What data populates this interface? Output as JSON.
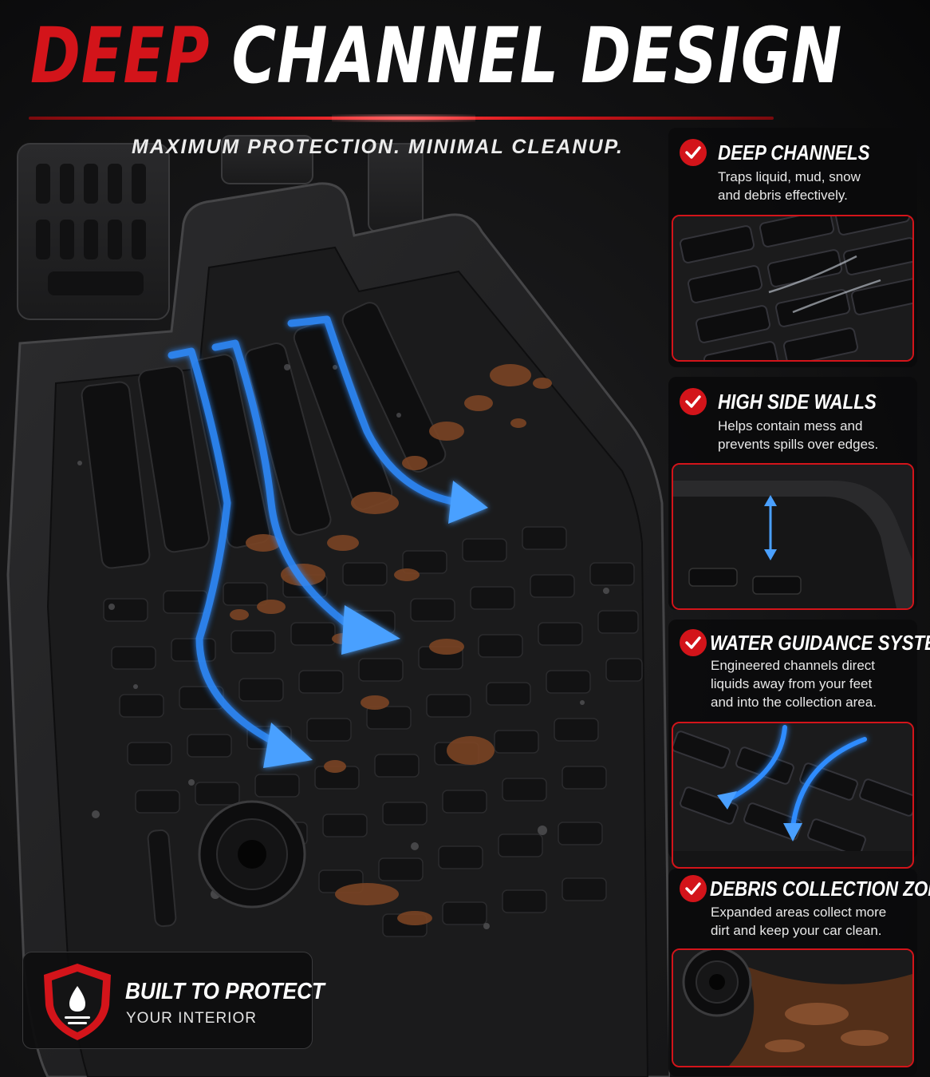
{
  "header": {
    "title_accent": "DEEP",
    "title_rest": " CHANNEL DESIGN",
    "tagline": "MAXIMUM PROTECTION. MINIMAL CLEANUP."
  },
  "features": [
    {
      "title": "DEEP CHANNELS",
      "description": "Traps liquid, mud, snow\nand debris effectively."
    },
    {
      "title": "HIGH SIDE WALLS",
      "description": "Helps contain mess and\nprevents spills over edges."
    },
    {
      "title": "WATER GUIDANCE SYSTEM",
      "description": "Engineered channels direct\nliquids away from your feet\nand into the collection area."
    },
    {
      "title": "DEBRIS COLLECTION ZONES",
      "description": "Expanded areas collect more\ndirt and keep your car clean."
    }
  ],
  "badge": {
    "title": "BUILT TO PROTECT",
    "subtitle": "YOUR INTERIOR"
  },
  "colors": {
    "accent_red": "#d3141a",
    "water_blue": "#2f8cff",
    "mud_brown": "#7a4424",
    "background": "#0c0c0d"
  },
  "icons": {
    "feature_marker": "checkmark-circle-icon",
    "badge": "shield-water-drop-icon",
    "arrows": "water-flow-arrow-icon"
  }
}
